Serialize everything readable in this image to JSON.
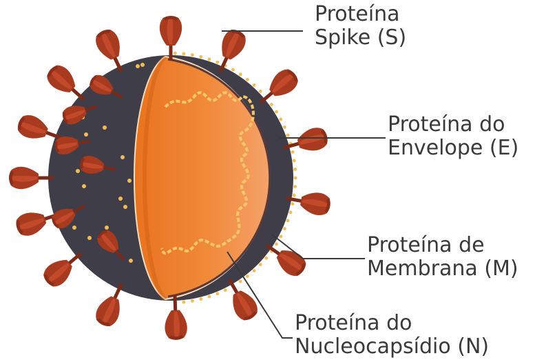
{
  "labels": {
    "spike": {
      "line1": "Proteína",
      "line2": "Spike (S)"
    },
    "envelope": {
      "line1": "Proteína do",
      "line2": "Envelope (E)"
    },
    "membrane": {
      "line1": "Proteína de",
      "line2": "Membrana (M)"
    },
    "nucleocapsid": {
      "line1": "Proteína do",
      "line2": "Nucleocapsídio (N)"
    }
  },
  "colors": {
    "shell_dark": "#3f3e48",
    "interior": "#ee7f2a",
    "spike": "#a83a1f",
    "rna": "#f6c76a",
    "envelope_dot": "#f2bb55",
    "text": "#3a3a3a"
  }
}
